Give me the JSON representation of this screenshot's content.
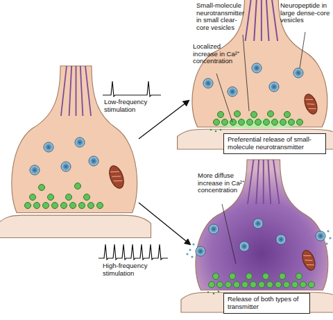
{
  "diagram": {
    "nodes": [
      {
        "text": [
          "Preferential release of small-molecule neurotransmitter"
        ]
      },
      {
        "text": [
          "Release of both types of transmitter"
        ]
      }
    ],
    "labels": [
      "Small-molecule neurotransmitter in small clear-core vesicles",
      "Neuropeptide in large dense-core vesicles",
      "Localized increase in Ca²⁺ concentration",
      "Low-frequency stimulation",
      "High-frequency stimulation",
      "More diffuse increase in Ca²⁺ concentration"
    ]
  }
}
